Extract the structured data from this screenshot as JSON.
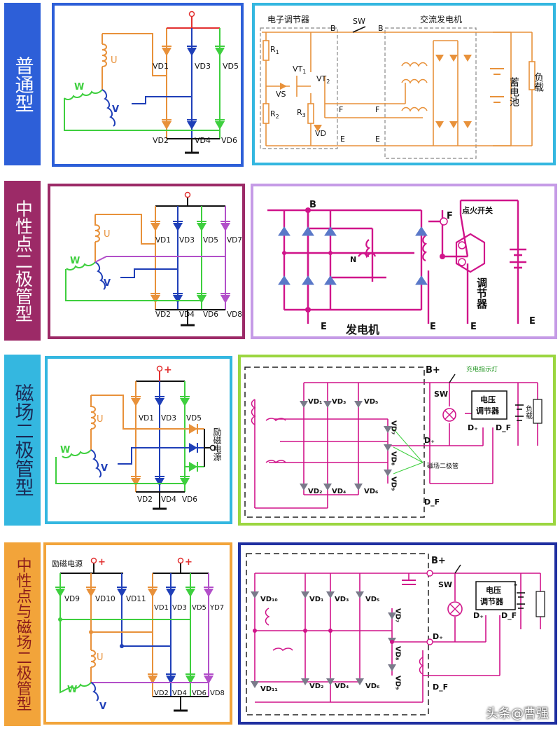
{
  "rows": [
    {
      "label": "普通型",
      "color": "#2d5fd8",
      "text_color": "#ffffff"
    },
    {
      "label": "中性点二极管型",
      "color": "#9c2a67",
      "text_color": "#ffffff"
    },
    {
      "label": "磁场二极管型",
      "color": "#34b7e0",
      "text_color": "#1b2a55"
    },
    {
      "label": "中性点与磁场二极管型",
      "color": "#f2a43a",
      "text_color": "#8a1b1b"
    }
  ],
  "windings": {
    "u": "U",
    "v": "V",
    "w": "W"
  },
  "diodes": {
    "vd1": "VD1",
    "vd2": "VD2",
    "vd3": "VD3",
    "vd4": "VD4",
    "vd5": "VD5",
    "vd6": "VD6",
    "vd7": "VD7",
    "vd8": "VD8",
    "yd7": "YD7",
    "vd9": "VD9",
    "vd10": "VD10",
    "vd11": "VD11"
  },
  "circuit1": {
    "regulator_title": "电子调节器",
    "alternator_title": "交流发电机",
    "sw": "SW",
    "b": "B",
    "f": "F",
    "e": "E",
    "r1": "R",
    "r1_sub": "1",
    "r2": "R",
    "r2_sub": "2",
    "r3": "R",
    "r3_sub": "3",
    "vt1": "VT",
    "vt1_sub": "1",
    "vt2": "VT",
    "vt2_sub": "2",
    "vs": "VS",
    "vd": "VD",
    "battery": "蓄电池",
    "load": "负载"
  },
  "circuit2": {
    "b": "B",
    "f": "F",
    "n": "N",
    "e": "E",
    "ignition_switch": "点火开关",
    "regulator": "调节器",
    "generator": "发电机"
  },
  "circuit3": {
    "plus": "+",
    "excitation_source": "励磁电源",
    "b_plus": "B+",
    "charge_lamp": "充电指示灯",
    "sw": "SW",
    "voltage_regulator_1": "电压",
    "voltage_regulator_2": "调节器",
    "d_plus": "D₊",
    "d_f": "D_F",
    "load": "负载",
    "field_diodes": "磁场二极管",
    "vd1": "VD₁",
    "vd2": "VD₂",
    "vd3": "VD₃",
    "vd4": "VD₄",
    "vd5": "VD₅",
    "vd6": "VD₆",
    "vd7": "VD₇",
    "vd8": "VD₈",
    "vd9": "VD₉"
  },
  "circuit4": {
    "plus": "+",
    "excitation_source": "励磁电源",
    "b_plus": "B+",
    "sw": "SW",
    "voltage_regulator_1": "电压",
    "voltage_regulator_2": "调节器",
    "d_plus": "D₊",
    "d_f": "D_F",
    "minus": "-",
    "vd1": "VD₁",
    "vd2": "VD₂",
    "vd3": "VD₃",
    "vd4": "VD₄",
    "vd5": "VD₅",
    "vd6": "VD₆",
    "vd7": "VD₇",
    "vd8": "VD₈",
    "vd9": "VD₉",
    "vd10": "VD₁₀",
    "vd11": "VD₁₁"
  },
  "watermark": "头条@曹强",
  "colors": {
    "orange": "#e8913a",
    "blue": "#1f3fb8",
    "green": "#3ecf3e",
    "magenta": "#d0148a",
    "purple": "#b24fc9",
    "red": "#e8232a",
    "black": "#111111",
    "panel1_left": "#2d5fd8",
    "panel1_right": "#34b7e0",
    "panel2_left": "#9c2a67",
    "panel2_right": "#c59be6",
    "panel3_left": "#34b7e0",
    "panel3_right": "#9bd640",
    "panel4_left": "#f2a43a",
    "panel4_right": "#1f2fa0"
  }
}
